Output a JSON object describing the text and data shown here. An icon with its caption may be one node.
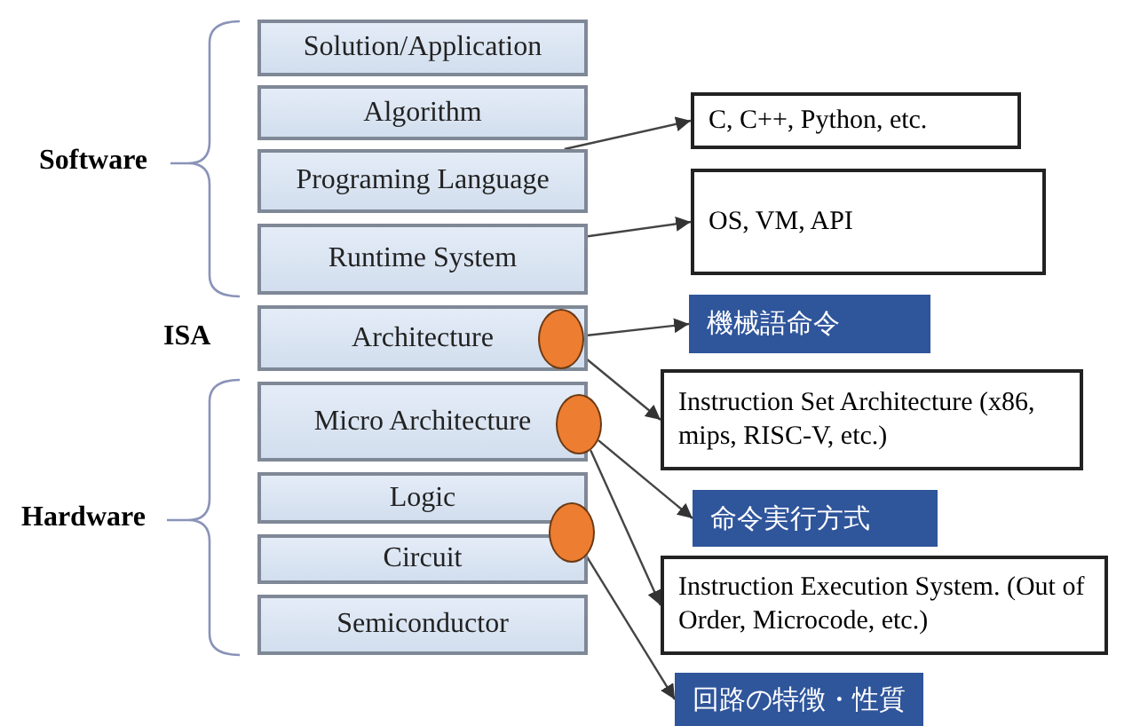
{
  "diagram": {
    "nodes": [
      {
        "text": [
          "Solution/Application"
        ]
      },
      {
        "text": [
          "Algorithm"
        ]
      },
      {
        "text": [
          "Programing Language"
        ]
      },
      {
        "text": [
          "Runtime System"
        ]
      },
      {
        "text": [
          "Architecture"
        ]
      },
      {
        "text": [
          "Micro Architecture"
        ]
      },
      {
        "text": [
          "Logic"
        ]
      },
      {
        "text": [
          "Circuit"
        ]
      },
      {
        "text": [
          "Semiconductor"
        ]
      },
      {
        "text": [],
        "shape": "circle",
        "in": 4
      },
      {
        "text": [],
        "shape": "circle"
      },
      {
        "text": [],
        "shape": "circle"
      },
      {
        "text": [
          "C, C++, Python, etc."
        ]
      },
      {
        "text": [
          "OS, VM, API"
        ]
      },
      {
        "text": [
          "機械語命令"
        ]
      },
      {
        "text": [
          "Instruction Set Architecture (x86, mips, RISC-V, etc.)"
        ]
      },
      {
        "text": [
          "命令実行方式"
        ]
      },
      {
        "text": [
          "Instruction Execution System. (Out of Order, Microcode, etc.)"
        ]
      },
      {
        "text": [
          "回路の特徴・性質"
        ]
      }
    ],
    "edges": [
      {
        "from": 2,
        "to": 12,
        "arrow": "to"
      },
      {
        "from": 3,
        "to": 13,
        "arrow": "to"
      },
      {
        "from": 9,
        "to": 14,
        "arrow": "to"
      },
      {
        "from": 9,
        "to": 15,
        "arrow": "to"
      },
      {
        "from": 10,
        "to": 16,
        "arrow": "to"
      },
      {
        "from": 10,
        "to": 17,
        "arrow": "to"
      },
      {
        "from": 11,
        "to": 18,
        "arrow": "to"
      }
    ],
    "labels": [
      "Software",
      "ISA",
      "Hardware"
    ]
  }
}
